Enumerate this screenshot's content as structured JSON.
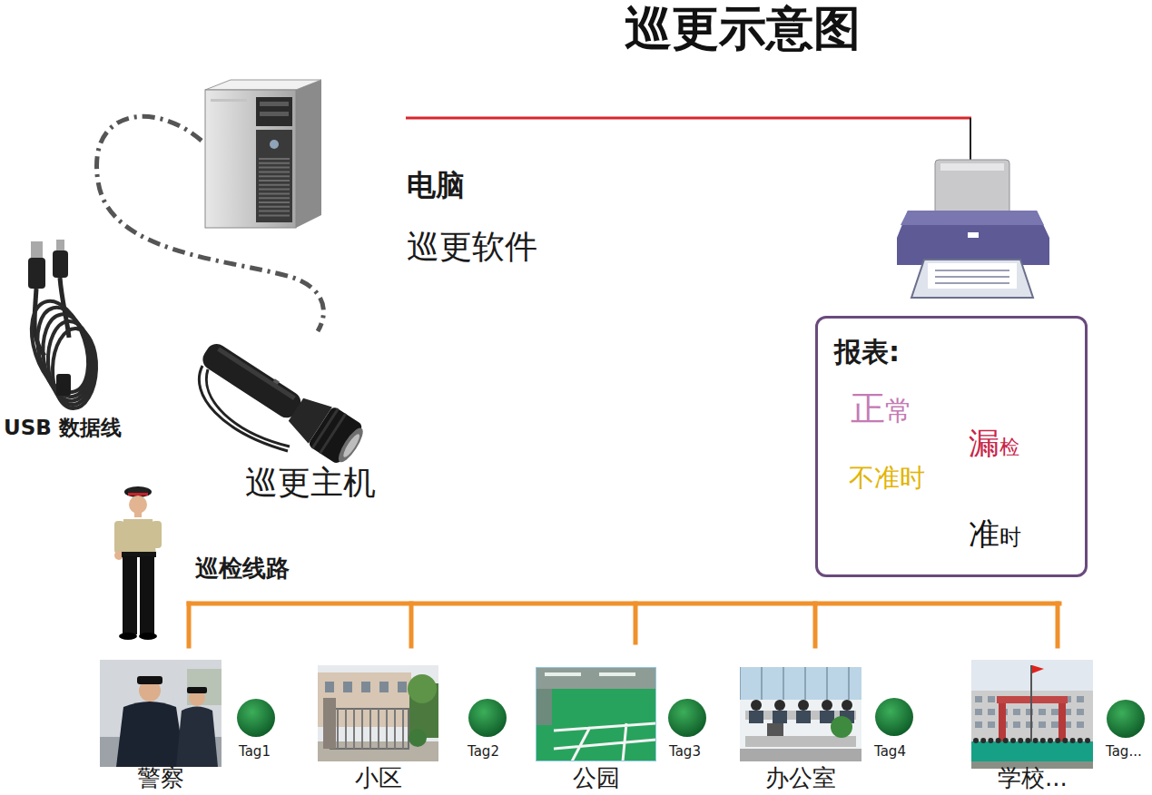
{
  "diagram": {
    "title": "巡更示意图",
    "nodes": [
      {
        "text": [
          "电脑",
          "巡更软件"
        ]
      },
      {
        "text": [
          "USB 数据线"
        ]
      },
      {
        "text": [
          "报表:",
          "正常",
          "漏检",
          "不准时",
          "准时"
        ]
      },
      {
        "text": [
          "巡更主机"
        ]
      },
      {
        "text": [
          "警察"
        ]
      },
      {
        "text": [
          "小区"
        ]
      },
      {
        "text": [
          "公园"
        ]
      },
      {
        "text": [
          "办公室"
        ]
      },
      {
        "text": [
          "学校..."
        ]
      }
    ],
    "edges": [
      {
        "from": 0,
        "to": 3,
        "arrow": "none"
      }
    ],
    "labels": [
      "巡检线路",
      "Tag1",
      "Tag2",
      "Tag3",
      "Tag4",
      "Tag..."
    ]
  }
}
